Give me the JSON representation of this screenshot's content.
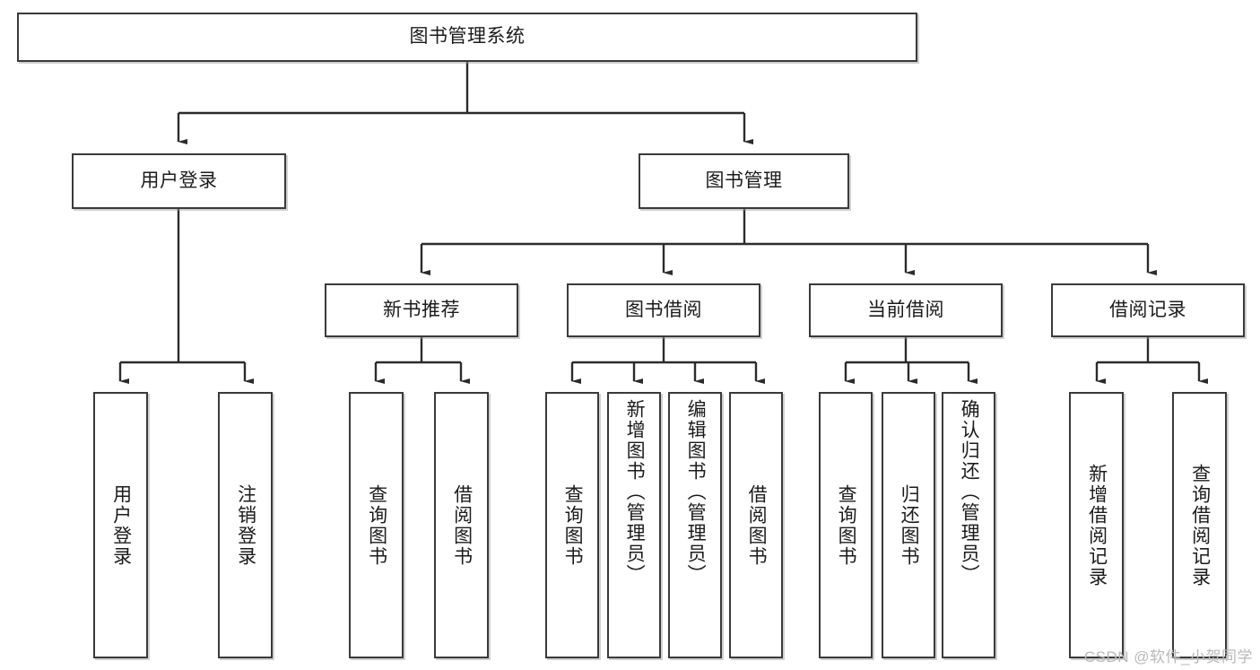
{
  "diagram": {
    "type": "tree-hierarchy",
    "title": "图书管理系统",
    "watermark": "CSDN @软件_小贺同学",
    "colors": {
      "border": "#3a3a3a",
      "background": "#ffffff",
      "text": "#1b1b1b",
      "edge": "#2b2b2b",
      "watermark": "#b9b9b9"
    },
    "nodes": {
      "root": {
        "label": "图书管理系统"
      },
      "level2": [
        {
          "label": "用户登录"
        },
        {
          "label": "图书管理"
        }
      ],
      "level3": [
        {
          "label": "新书推荐"
        },
        {
          "label": "图书借阅"
        },
        {
          "label": "当前借阅"
        },
        {
          "label": "借阅记录"
        }
      ],
      "leaves_user_login": [
        {
          "label": "用户登录"
        },
        {
          "label": "注销登录"
        }
      ],
      "leaves_new_book": [
        {
          "label": "查询图书"
        },
        {
          "label": "借阅图书"
        }
      ],
      "leaves_borrow": [
        {
          "label": "查询图书"
        },
        {
          "label": "新增图书（管理员）"
        },
        {
          "label": "编辑图书（管理员）"
        },
        {
          "label": "借阅图书"
        }
      ],
      "leaves_current": [
        {
          "label": "查询图书"
        },
        {
          "label": "归还图书"
        },
        {
          "label": "确认归还（管理员）"
        }
      ],
      "leaves_record": [
        {
          "label": "新增借阅记录"
        },
        {
          "label": "查询借阅记录"
        }
      ]
    }
  }
}
